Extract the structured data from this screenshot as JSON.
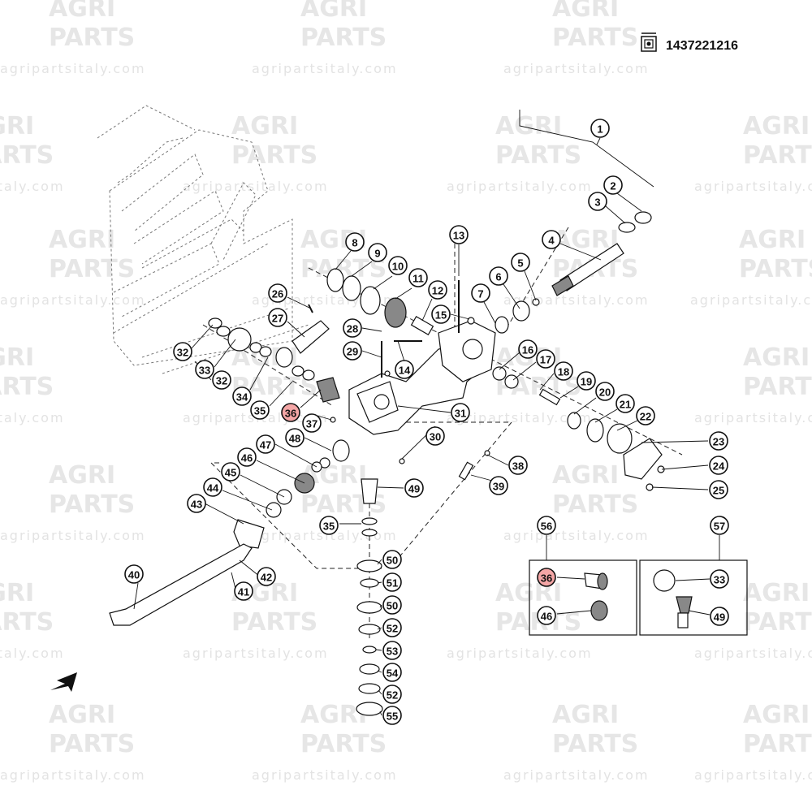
{
  "header": {
    "reference_code": "1437221216",
    "reference_icon": "part-catalog-icon"
  },
  "watermark": {
    "line1": "AGRI",
    "line2": "PARTS",
    "url": "agripartsitaly.com"
  },
  "callouts": [
    {
      "n": "1"
    },
    {
      "n": "2"
    },
    {
      "n": "3"
    },
    {
      "n": "4"
    },
    {
      "n": "5"
    },
    {
      "n": "6"
    },
    {
      "n": "7"
    },
    {
      "n": "8"
    },
    {
      "n": "9"
    },
    {
      "n": "10"
    },
    {
      "n": "11"
    },
    {
      "n": "12"
    },
    {
      "n": "13"
    },
    {
      "n": "14"
    },
    {
      "n": "15"
    },
    {
      "n": "16"
    },
    {
      "n": "17"
    },
    {
      "n": "18"
    },
    {
      "n": "19"
    },
    {
      "n": "20"
    },
    {
      "n": "21"
    },
    {
      "n": "22"
    },
    {
      "n": "23"
    },
    {
      "n": "24"
    },
    {
      "n": "25"
    },
    {
      "n": "26"
    },
    {
      "n": "27"
    },
    {
      "n": "28"
    },
    {
      "n": "29"
    },
    {
      "n": "30"
    },
    {
      "n": "31"
    },
    {
      "n": "32"
    },
    {
      "n": "32"
    },
    {
      "n": "33"
    },
    {
      "n": "34"
    },
    {
      "n": "35"
    },
    {
      "n": "36",
      "highlight": true
    },
    {
      "n": "37"
    },
    {
      "n": "38"
    },
    {
      "n": "39"
    },
    {
      "n": "40"
    },
    {
      "n": "41"
    },
    {
      "n": "42"
    },
    {
      "n": "43"
    },
    {
      "n": "44"
    },
    {
      "n": "45"
    },
    {
      "n": "46"
    },
    {
      "n": "47"
    },
    {
      "n": "48"
    },
    {
      "n": "49"
    },
    {
      "n": "35"
    },
    {
      "n": "50"
    },
    {
      "n": "51"
    },
    {
      "n": "50"
    },
    {
      "n": "52"
    },
    {
      "n": "53"
    },
    {
      "n": "54"
    },
    {
      "n": "52"
    },
    {
      "n": "55"
    },
    {
      "n": "56"
    },
    {
      "n": "57"
    },
    {
      "n": "36",
      "highlight": true
    },
    {
      "n": "46"
    },
    {
      "n": "33"
    },
    {
      "n": "49"
    }
  ],
  "colors": {
    "highlight": "#f4a6a6",
    "ink": "#111111",
    "watermark": "#e6e6e6"
  },
  "icons": {
    "direction_arrow": "arrow-down-left-icon"
  }
}
